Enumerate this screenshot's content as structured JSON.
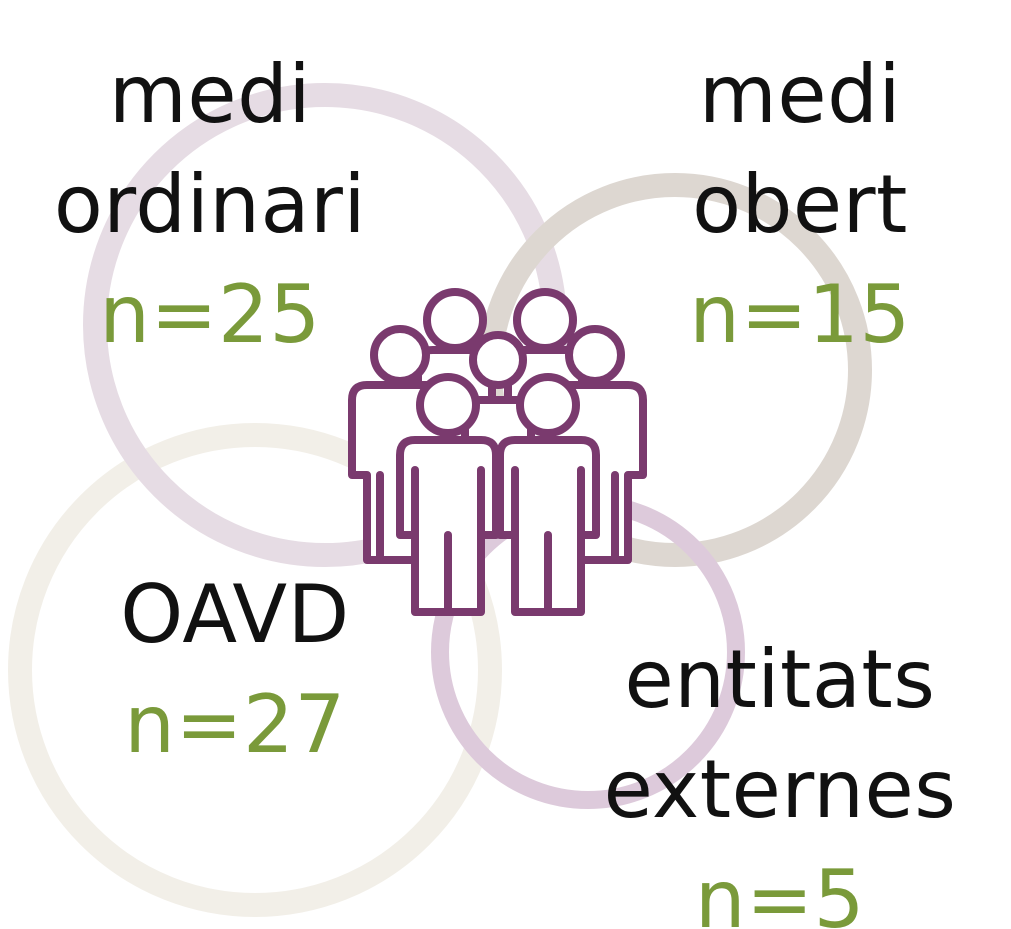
{
  "colors": {
    "ring_ordinari": "#e6dce4",
    "ring_obert": "#ddd7d1",
    "ring_oavd": "#f2efe8",
    "ring_entitats": "#ddcadb",
    "people_icon": "#7a3a6e",
    "count_text": "#7a9a3a",
    "label_text": "#111111"
  },
  "center_icon": "group-of-people-icon",
  "groups": {
    "ordinari": {
      "line1": "medi",
      "line2": "ordinari",
      "count": "n=25"
    },
    "obert": {
      "line1": "medi",
      "line2": "obert",
      "count": "n=15"
    },
    "oavd": {
      "line1": "OAVD",
      "count": "n=27"
    },
    "entitats": {
      "line1": "entitats",
      "line2": "externes",
      "count": "n=5"
    }
  }
}
